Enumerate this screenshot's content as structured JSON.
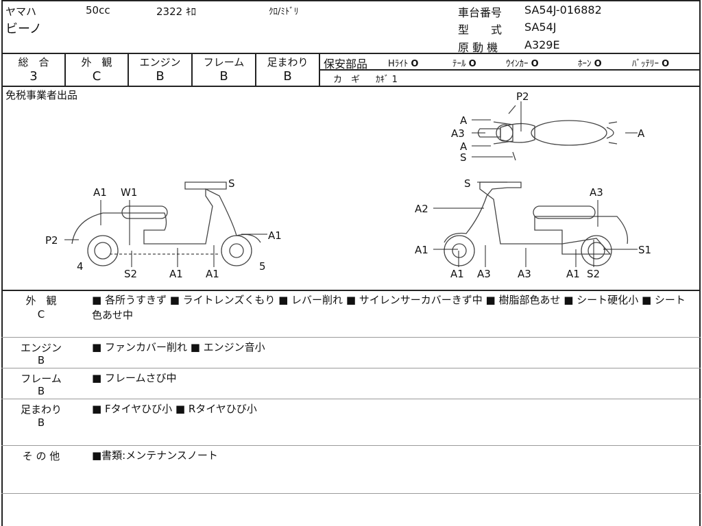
{
  "header": {
    "maker": "ヤマハ",
    "displacement": "50cc",
    "mileage": "2322 ｷﾛ",
    "color": "ｸﾛ/ﾐﾄﾞﾘ",
    "model_name": "ビーノ",
    "chassis_label": "車台番号",
    "chassis_value": "SA54J-016882",
    "type_label": "型　　式",
    "type_value": "SA54J",
    "engine_label": "原 動 機",
    "engine_value": "A329E"
  },
  "ratings": [
    {
      "label": "総　合",
      "value": "3"
    },
    {
      "label": "外　観",
      "value": "C"
    },
    {
      "label": "エンジン",
      "value": "B"
    },
    {
      "label": "フレーム",
      "value": "B"
    },
    {
      "label": "足まわり",
      "value": "B"
    }
  ],
  "safety": {
    "label": "保安部品",
    "items": [
      {
        "name": "Hﾗｲﾄ",
        "mark": "O"
      },
      {
        "name": "ﾃｰﾙ",
        "mark": "O"
      },
      {
        "name": "ｳｲﾝｶｰ",
        "mark": "O"
      },
      {
        "name": "ﾎｰﾝ",
        "mark": "O"
      },
      {
        "name": "ﾊﾞｯﾃﾘｰ",
        "mark": "O"
      }
    ]
  },
  "key": {
    "label": "カ　ギ",
    "value": "ｶｷﾞ 1"
  },
  "note": "免税事業者出品",
  "diagram": {
    "top": [
      "P2",
      "A",
      "A3",
      "A",
      "S",
      "A"
    ],
    "left": [
      "A1",
      "W1",
      "S",
      "P2",
      "A1",
      "4",
      "S2",
      "A1",
      "A1",
      "5"
    ],
    "right": [
      "S",
      "A3",
      "A2",
      "A1",
      "S1",
      "A1",
      "A3",
      "A3",
      "A1",
      "S2"
    ]
  },
  "sections": [
    {
      "label": "外　観",
      "grade": "C",
      "text": "■ 各所うすきず ■ ライトレンズくもり ■ レバー削れ ■ サイレンサーカバーきず中 ■ 樹脂部色あせ ■ シート硬化小 ■ シート色あせ中"
    },
    {
      "label": "エンジン",
      "grade": "B",
      "text": "■ ファンカバー削れ ■ エンジン音小"
    },
    {
      "label": "フレーム",
      "grade": "B",
      "text": "■ フレームさび中"
    },
    {
      "label": "足まわり",
      "grade": "B",
      "text": "■ Fタイヤひび小 ■ Rタイヤひび小"
    },
    {
      "label": "そ の 他",
      "grade": "",
      "text": "■書類:メンテナンスノート"
    }
  ]
}
